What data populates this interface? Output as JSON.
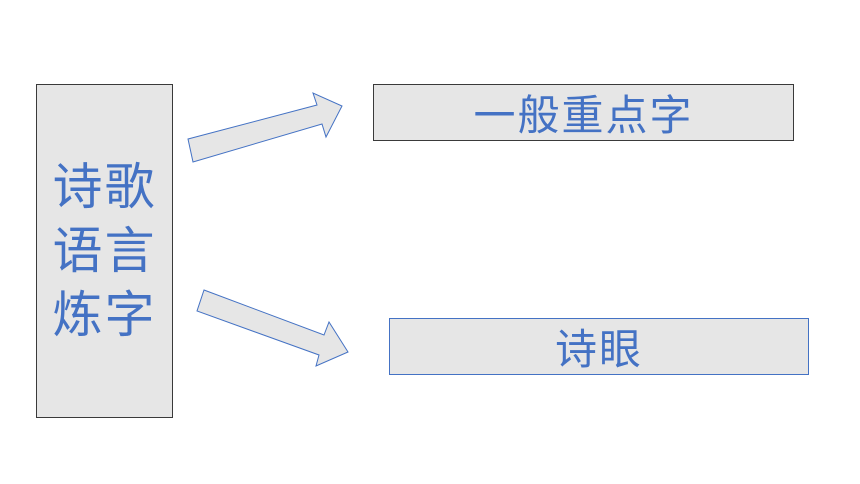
{
  "diagram": {
    "left_box": {
      "lines": [
        "诗歌",
        "语言",
        "炼字"
      ]
    },
    "top_box": {
      "label": "一般重点字"
    },
    "bottom_box": {
      "label": "诗眼"
    }
  },
  "colors": {
    "box_fill": "#e6e6e6",
    "text": "#4472c4",
    "box_border": "#3a3a3a",
    "arrow_border": "#4472c4"
  }
}
